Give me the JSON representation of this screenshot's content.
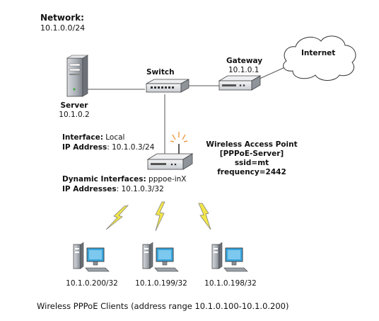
{
  "network": {
    "label": "Network:",
    "address": "10.1.0.0/24"
  },
  "server": {
    "label": "Server",
    "ip": "10.1.0.2"
  },
  "switch": {
    "label": "Switch"
  },
  "gateway": {
    "label": "Gateway",
    "ip": "10.1.0.1"
  },
  "internet": {
    "label": "Internet"
  },
  "ap_interface": {
    "interface_label": "Interface:",
    "interface_value": "Local",
    "ip_label": "IP Address",
    "ip_value": ": 10.1.0.3/24"
  },
  "ap_info": {
    "line1": "Wireless Access Point",
    "line2": "[PPPoE-Server]",
    "line3": "ssid=mt",
    "line4": "frequency=2442"
  },
  "ap_dynamic": {
    "label": "Dynamic Interfaces:",
    "value": "pppoe-inX",
    "ip_label": "IP Addresses",
    "ip_value": ": 10.1.0.3/32"
  },
  "clients": [
    {
      "ip": "10.1.0.200/32"
    },
    {
      "ip": "10.1.0.199/32"
    },
    {
      "ip": "10.1.0.198/32"
    }
  ],
  "footer": "Wireless PPPoE Clients (address range 10.1.0.100-10.1.0.200)",
  "colors": {
    "line": "#555555",
    "device_fill": "#e4e7ea",
    "device_dark": "#5a5f66",
    "monitor": "#3aa6dd",
    "lightning": "#f1e64a",
    "spark": "#e88a2a"
  }
}
